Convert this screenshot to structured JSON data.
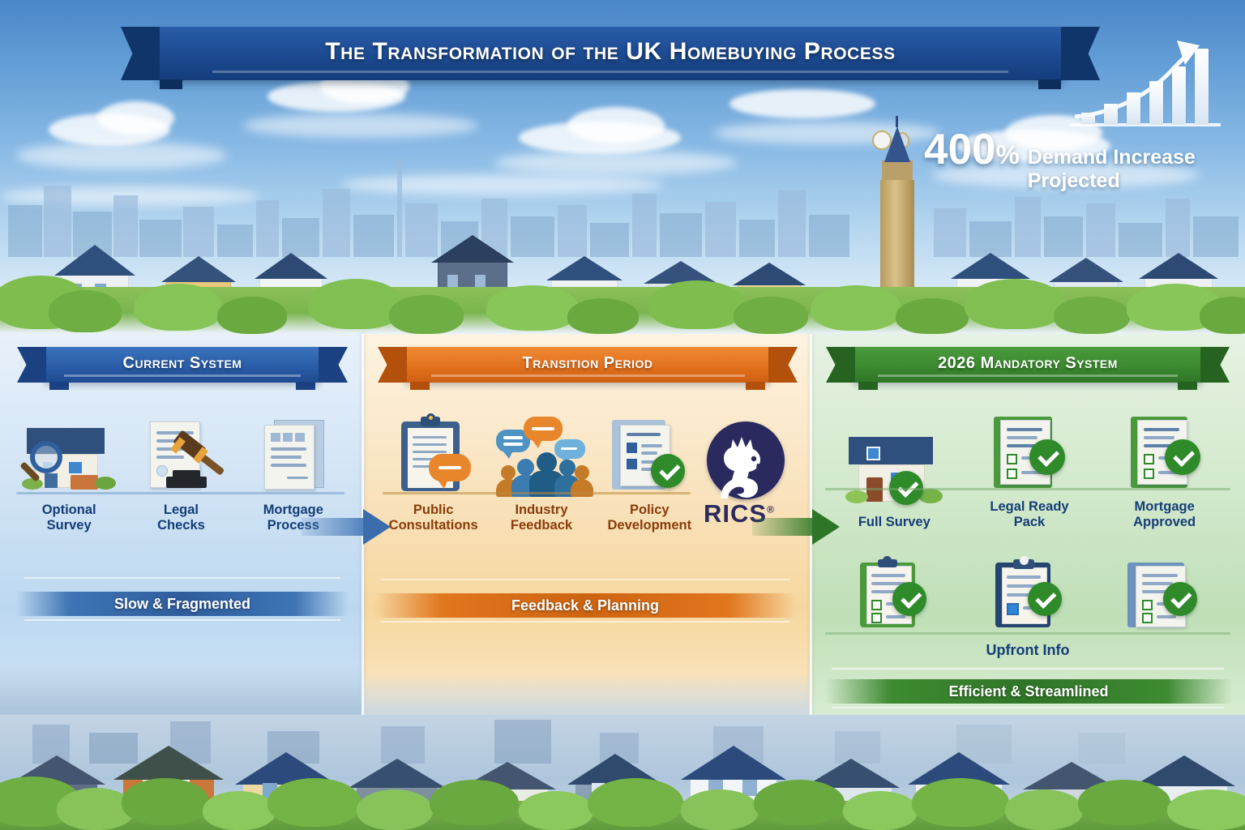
{
  "header": {
    "title": "The Transformation of the UK Homebuying Process",
    "stat": {
      "number": "400",
      "percent": "%",
      "label_line1": "Demand Increase",
      "label_line2": "Projected"
    },
    "scene_icons": [
      "big-ben-icon",
      "city-skyline",
      "suburban-houses"
    ]
  },
  "colors": {
    "blue": "#2a5ca8",
    "orange": "#e2711d",
    "green": "#3c8a30",
    "navy": "#143d78",
    "check_green": "#2f8a2a",
    "rics_navy": "#2b2a5e"
  },
  "columns": [
    {
      "id": "current-system",
      "banner": "Current System",
      "accent": "blue",
      "steps": [
        {
          "label_line1": "Optional",
          "label_line2": "Survey",
          "icon": "house-with-magnifier-icon"
        },
        {
          "label_line1": "Legal",
          "label_line2": "Checks",
          "icon": "document-with-gavel-icon"
        },
        {
          "label_line1": "Mortgage",
          "label_line2": "Process",
          "icon": "stacked-documents-icon"
        }
      ],
      "status": "Slow & Fragmented"
    },
    {
      "id": "transition-period",
      "banner": "Transition Period",
      "accent": "orange",
      "steps": [
        {
          "label_line1": "Public",
          "label_line2": "Consultations",
          "icon": "clipboard-with-speech-bubble-icon"
        },
        {
          "label_line1": "Industry",
          "label_line2": "Feedback",
          "icon": "people-with-speech-bubbles-icon"
        },
        {
          "label_line1": "Policy",
          "label_line2": "Development",
          "icon": "document-with-check-icon"
        }
      ],
      "logo": {
        "name": "RICS",
        "wordmark": "RICS",
        "registered": "®",
        "icon": "rics-lion-crest-icon"
      },
      "status": "Feedback & Planning"
    },
    {
      "id": "mandatory-system-2026",
      "banner": "2026 Mandatory System",
      "accent": "green",
      "steps": [
        {
          "label_line1": "Full Survey",
          "label_line2": "",
          "icon": "house-with-check-icon"
        },
        {
          "label_line1": "Legal Ready",
          "label_line2": "Pack",
          "icon": "legal-pack-with-check-icon"
        },
        {
          "label_line1": "Mortgage",
          "label_line2": "Approved",
          "icon": "mortgage-doc-with-check-icon"
        }
      ],
      "steps_row2": [
        {
          "icon": "checklist-clipboard-check-icon"
        },
        {
          "icon": "clipboard-blue-check-icon"
        },
        {
          "icon": "documents-check-icon"
        }
      ],
      "sub_label": "Upfront Info",
      "status": "Efficient & Streamlined"
    }
  ],
  "arrows": [
    {
      "name": "arrow-current-to-transition",
      "color": "blue"
    },
    {
      "name": "arrow-transition-to-2026",
      "color": "green"
    }
  ]
}
